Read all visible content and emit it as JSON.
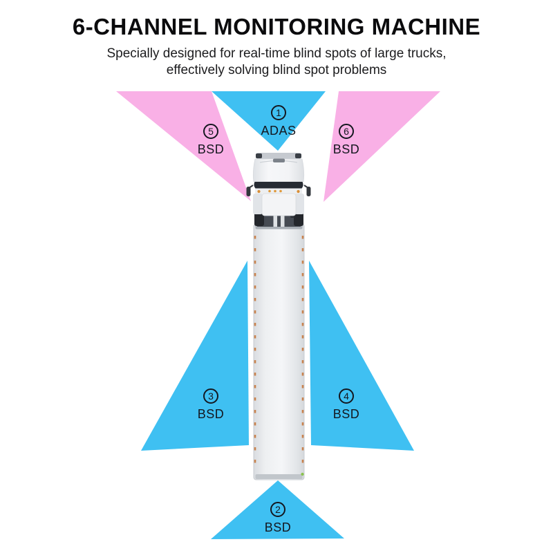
{
  "header": {
    "title": "6-CHANNEL MONITORING MACHINE",
    "subtitle_line1": "Specially designed for real-time blind spots of large trucks,",
    "subtitle_line2": "effectively solving blind spot problems"
  },
  "colors": {
    "beam_pink": "#f9b0e6",
    "beam_blue": "#3fc0f2",
    "label_ink": "#14171f"
  },
  "zones": [
    {
      "channel": "1",
      "label": "ADAS",
      "position": "front-center",
      "beam_color": "blue"
    },
    {
      "channel": "2",
      "label": "BSD",
      "position": "rear-center",
      "beam_color": "blue"
    },
    {
      "channel": "3",
      "label": "BSD",
      "position": "left-side",
      "beam_color": "blue"
    },
    {
      "channel": "4",
      "label": "BSD",
      "position": "right-side",
      "beam_color": "blue"
    },
    {
      "channel": "5",
      "label": "BSD",
      "position": "front-left",
      "beam_color": "pink"
    },
    {
      "channel": "6",
      "label": "BSD",
      "position": "front-right",
      "beam_color": "pink"
    }
  ],
  "truck": {
    "description": "semi truck top view, cab at front, long trailer"
  }
}
